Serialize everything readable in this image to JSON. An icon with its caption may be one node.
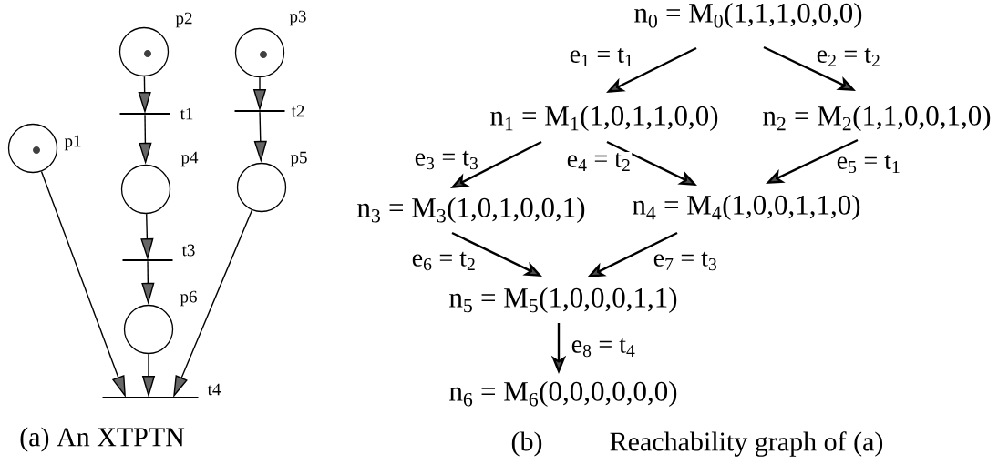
{
  "diagram": {
    "nodes": [
      {
        "text": [],
        "shape": "circle",
        "beside": [
          "p1"
        ]
      },
      {
        "text": [],
        "shape": "circle",
        "beside": [
          "p2"
        ]
      },
      {
        "text": [],
        "shape": "circle",
        "beside": [
          "p3"
        ]
      },
      {
        "text": [],
        "shape": "bar",
        "beside": [
          "t1"
        ]
      },
      {
        "text": [],
        "shape": "bar",
        "beside": [
          "t2"
        ]
      },
      {
        "text": [],
        "shape": "circle",
        "beside": [
          "p4"
        ]
      },
      {
        "text": [],
        "shape": "circle",
        "beside": [
          "p5"
        ]
      },
      {
        "text": [],
        "shape": "bar",
        "beside": [
          "t3"
        ]
      },
      {
        "text": [],
        "shape": "circle",
        "beside": [
          "p6"
        ]
      },
      {
        "text": [],
        "shape": "bar",
        "beside": [
          "t4"
        ]
      },
      {
        "text": [
          "n$_{0}$ = M$_{0}$(1,1,1,0,0,0)"
        ]
      },
      {
        "text": [
          "n$_{1}$ = M$_{1}$(1,0,1,1,0,0)"
        ]
      },
      {
        "text": [
          "n$_{2}$ = M$_{2}$(1,1,0,0,1,0)"
        ]
      },
      {
        "text": [
          "n$_{3}$ = M$_{3}$(1,0,1,0,0,1)"
        ]
      },
      {
        "text": [
          "n$_{4}$ = M$_{4}$(1,0,0,1,1,0)"
        ]
      },
      {
        "text": [
          "n$_{5}$ = M$_{5}$(1,0,0,0,1,1)"
        ]
      },
      {
        "text": [
          "n$_{6}$ = M$_{6}$(0,0,0,0,0,0)"
        ]
      }
    ],
    "edges": [
      {
        "from": 1,
        "to": 3,
        "arrow": "to"
      },
      {
        "from": 3,
        "to": 5,
        "arrow": "to"
      },
      {
        "from": 5,
        "to": 7,
        "arrow": "to"
      },
      {
        "from": 7,
        "to": 8,
        "arrow": "to"
      },
      {
        "from": 2,
        "to": 4,
        "arrow": "to"
      },
      {
        "from": 4,
        "to": 6,
        "arrow": "to"
      },
      {
        "from": 0,
        "to": 9,
        "arrow": "to"
      },
      {
        "from": 8,
        "to": 9,
        "arrow": "to"
      },
      {
        "from": 6,
        "to": 9,
        "arrow": "to"
      },
      {
        "from": 10,
        "to": 11,
        "arrow": "to",
        "label": "e$_{1}$ = t$_{1}$"
      },
      {
        "from": 10,
        "to": 12,
        "arrow": "to",
        "label": "e$_{2}$ = t$_{2}$"
      },
      {
        "from": 11,
        "to": 13,
        "arrow": "to",
        "label": "e$_{3}$ = t$_{3}$"
      },
      {
        "from": 11,
        "to": 14,
        "arrow": "to",
        "label": "e$_{4}$ = t$_{2}$"
      },
      {
        "from": 12,
        "to": 14,
        "arrow": "to",
        "label": "e$_{5}$ = t$_{1}$"
      },
      {
        "from": 13,
        "to": 15,
        "arrow": "to",
        "label": "e$_{6}$ = t$_{2}$"
      },
      {
        "from": 14,
        "to": 15,
        "arrow": "to",
        "label": "e$_{7}$ = t$_{3}$"
      },
      {
        "from": 15,
        "to": 16,
        "arrow": "to",
        "label": "e$_{8}$ = t$_{4}$"
      }
    ],
    "labels": [
      "(a)  An XTPTN",
      "(b)",
      "Reachability graph of (a)"
    ]
  }
}
